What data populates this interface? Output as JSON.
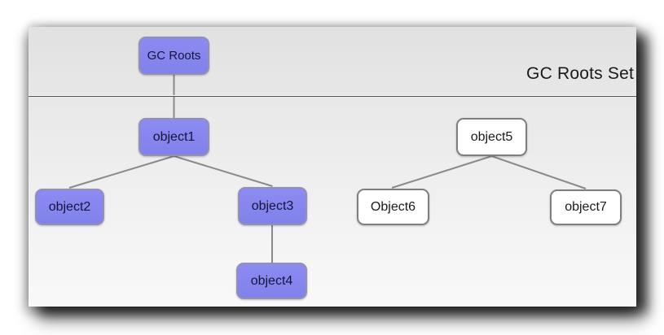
{
  "diagram": {
    "title_band_label": "GC Roots Set",
    "nodes": {
      "gc_roots": {
        "label": "GC Roots",
        "type": "root"
      },
      "object1": {
        "label": "object1",
        "type": "reachable"
      },
      "object2": {
        "label": "object2",
        "type": "reachable"
      },
      "object3": {
        "label": "object3",
        "type": "reachable"
      },
      "object4": {
        "label": "object4",
        "type": "reachable"
      },
      "object5": {
        "label": "object5",
        "type": "unreachable"
      },
      "object6": {
        "label": "Object6",
        "type": "unreachable"
      },
      "object7": {
        "label": "object7",
        "type": "unreachable"
      }
    },
    "edges": [
      {
        "from": "gc_roots",
        "to": "object1"
      },
      {
        "from": "object1",
        "to": "object2"
      },
      {
        "from": "object1",
        "to": "object3"
      },
      {
        "from": "object3",
        "to": "object4"
      },
      {
        "from": "object5",
        "to": "object6"
      },
      {
        "from": "object5",
        "to": "object7"
      }
    ],
    "colors": {
      "reachable_fill": "#8585ee",
      "reachable_border": "#9191b4",
      "reachable_text": "#15153a",
      "unreachable_fill": "#ffffff",
      "unreachable_border": "#7f7f7f",
      "unreachable_text": "#1a1a1a",
      "edge_line": "#8a8a8a",
      "divider_line": "#4f4f4f",
      "panel_top": "#e1e1e1",
      "panel_bottom": "#f9f9f9"
    }
  }
}
